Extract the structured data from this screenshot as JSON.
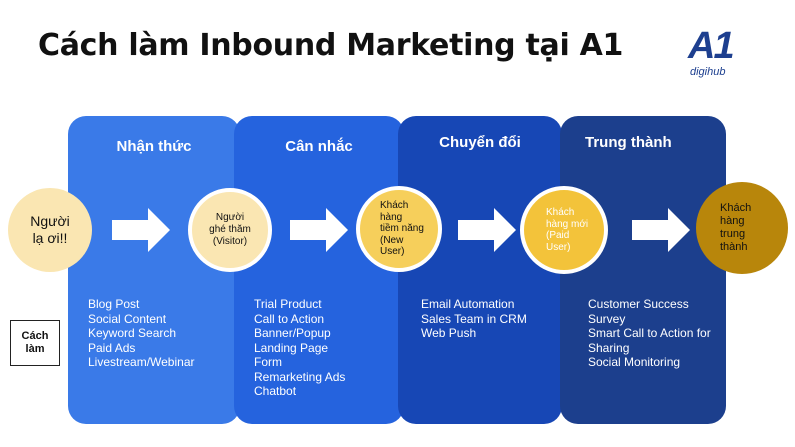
{
  "title": "Cách làm Inbound Marketing tại A1",
  "logo": {
    "main": "A1",
    "sub": "digihub"
  },
  "stages": [
    {
      "title": "Nhận thức",
      "color": "#3a7ae8",
      "items": [
        "Blog Post",
        "Social Content",
        "Keyword Search",
        "Paid Ads",
        "Livestream/Webinar"
      ]
    },
    {
      "title": "Cân nhắc",
      "color": "#2563de",
      "items": [
        "Trial Product",
        "Call to Action",
        "Banner/Popup",
        "Landing Page",
        "Form",
        "Remarketing Ads",
        "Chatbot"
      ]
    },
    {
      "title": "Chuyển đổi",
      "color": "#1747b5",
      "items": [
        "Email Automation",
        "Sales Team in CRM",
        "Web Push"
      ]
    },
    {
      "title": "Trung thành",
      "color": "#1c3f8d",
      "items": [
        "Customer Success",
        "Survey",
        "Smart Call to Action for",
        "Sharing",
        "Social Monitoring"
      ]
    }
  ],
  "circles": [
    {
      "lines": [
        "Người",
        "lạ ơi!!"
      ],
      "fill": "#fae6b2",
      "text_color": "#111111"
    },
    {
      "lines": [
        "Người",
        "ghé thăm",
        "(Visitor)"
      ],
      "fill": "#fae6b2",
      "text_color": "#111111"
    },
    {
      "lines": [
        "Khách",
        "hàng",
        "tiềm năng",
        "(New",
        "User)"
      ],
      "fill": "#f6cf5b",
      "text_color": "#111111"
    },
    {
      "lines": [
        "Khách",
        "hàng mới",
        "(Paid",
        "User)"
      ],
      "fill": "#f3c33a",
      "text_color": "#ffffff"
    },
    {
      "lines": [
        "Khách",
        "hàng",
        "trung",
        "thành"
      ],
      "fill": "#b8860b",
      "text_color": "#111111"
    }
  ],
  "row_label": {
    "line1": "Cách",
    "line2": "làm"
  }
}
